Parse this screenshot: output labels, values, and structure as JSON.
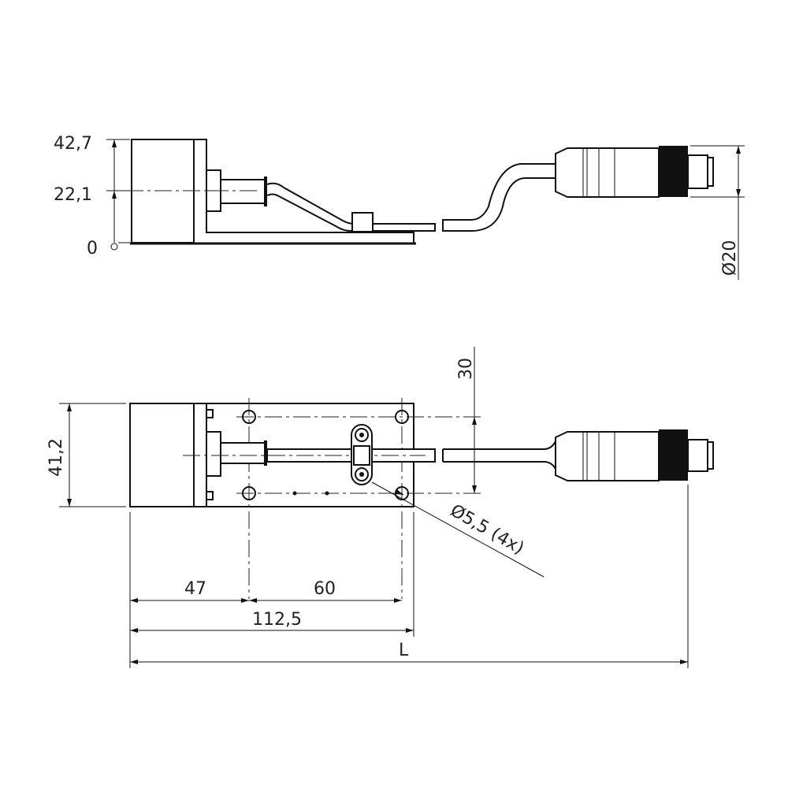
{
  "side_view": {
    "height_labels": [
      "42,7",
      "22,1",
      "0"
    ],
    "connector_diameter": "Ø20"
  },
  "top_view": {
    "width_label": "41,2",
    "hole_spacing_label": "30",
    "hole_label": "Ø5,5 (4x)",
    "dims": {
      "a": "47",
      "b": "60",
      "c": "112,5",
      "total": "L"
    }
  },
  "colors": {
    "line": "#111111",
    "background": "#ffffff"
  }
}
